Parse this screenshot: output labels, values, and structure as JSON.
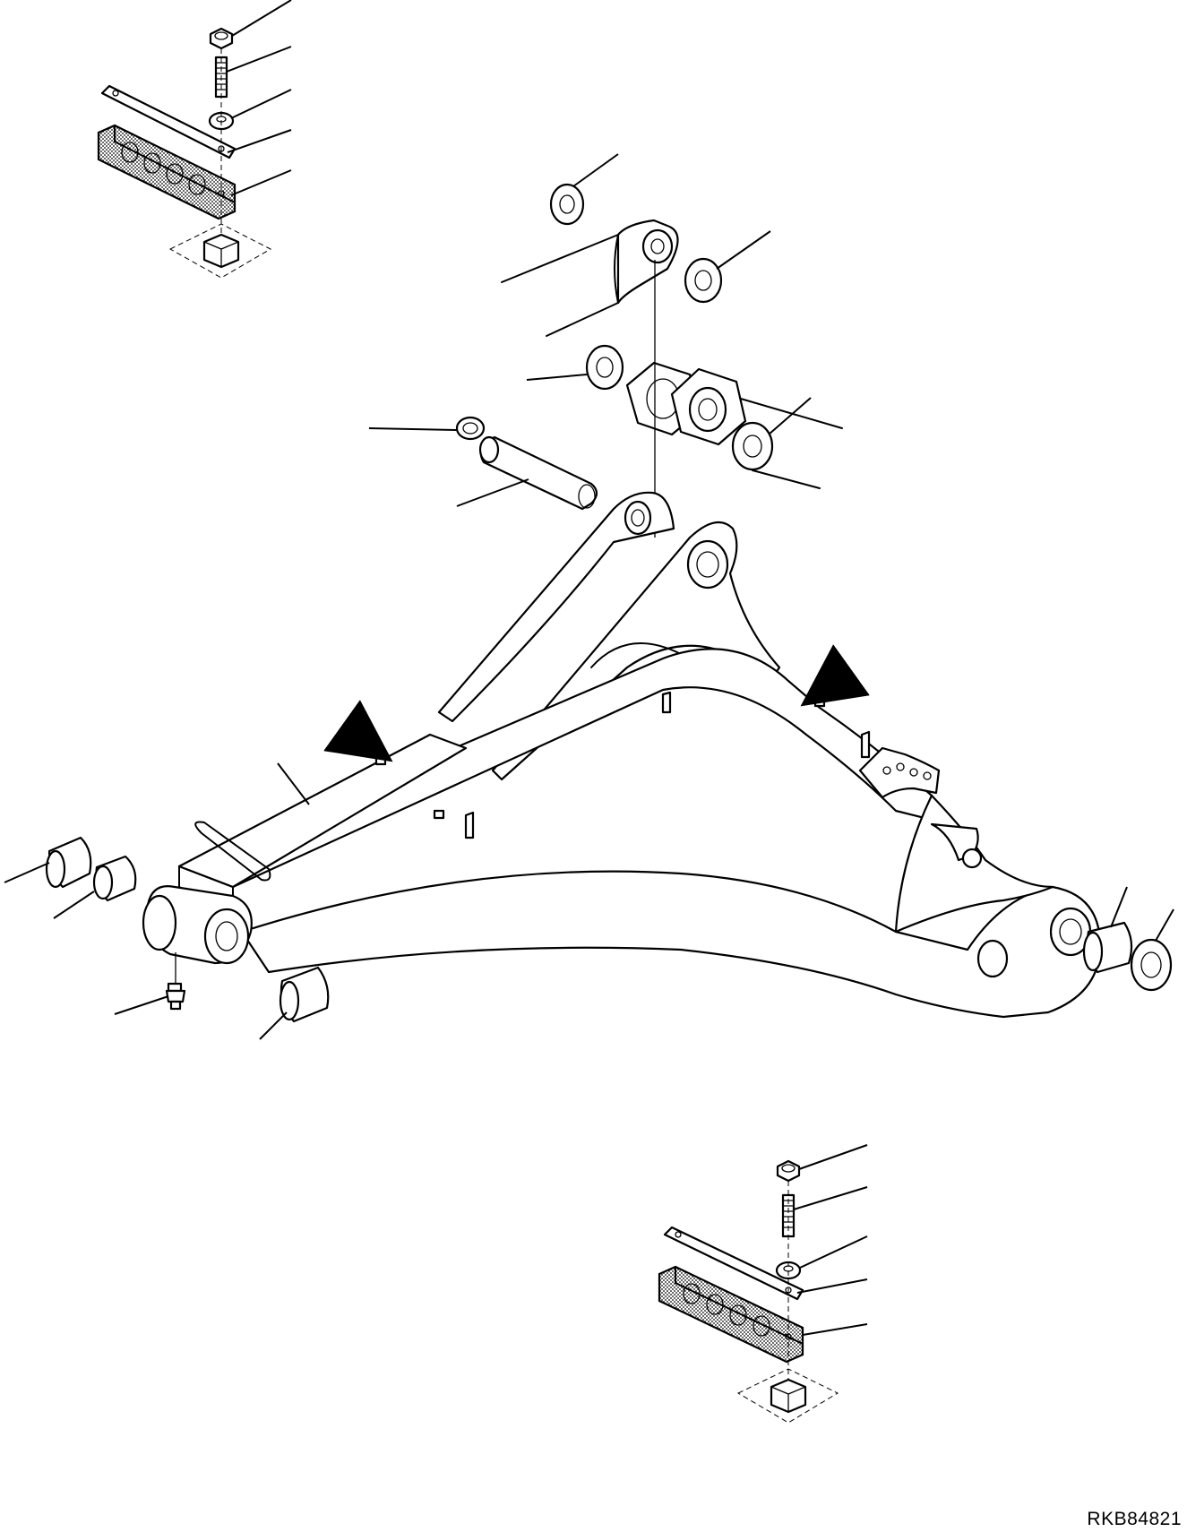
{
  "drawing": {
    "code": "RKB84821"
  },
  "parts": [
    "boom",
    "cylinder-rod-end",
    "pin",
    "snap-ring",
    "thrust-washer",
    "bushing",
    "grease-fitting",
    "nut",
    "stud-bolt",
    "washer",
    "strap-plate",
    "protector-block",
    "mounting-boss"
  ],
  "pointer_arrows": 2,
  "detail_views": 2
}
